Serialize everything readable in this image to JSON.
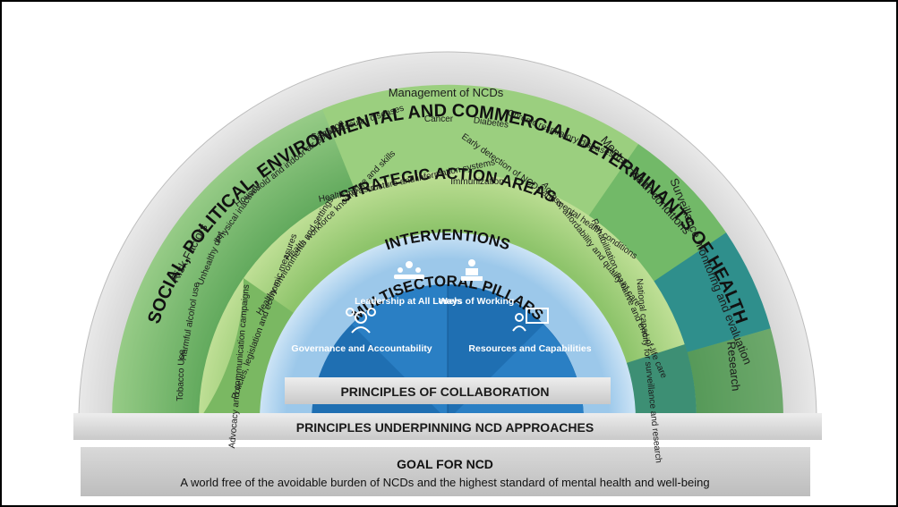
{
  "outer_ring_title": "SOCIAL, POLITICAL, ENVIRONMENTAL AND COMMERCIAL DETERMINANTS OF HEALTH",
  "strategic": {
    "title": "STRATEGIC ACTION AREAS",
    "management": "Management of NCDs",
    "diseases": [
      "Cardiovascular diseases",
      "Cancer",
      "Diabetes",
      "Chronic respiratory diseases"
    ],
    "risk_factors": "Risk Factors",
    "risk_items": [
      "Tobacco Use",
      "Harmful alcohol use",
      "Unhealthy diet",
      "Physical inactivity",
      "Household and indoor air pollution"
    ],
    "mental_health": "Mental Health conditions",
    "surveillance": "Surveillance monitoring and evaluation",
    "research": "Research"
  },
  "interventions": {
    "title": "INTERVENTIONS",
    "items": [
      "Advocacy and communication campaigns",
      "Policies, legislation and economic measures",
      "Healthy environments and settings",
      "Health workforce knowledge and skills",
      "Health infrastructure and information systems",
      "Immunization",
      "Early detection of NCDs and mental health conditions",
      "Access, affordability and quality of care",
      "Rehabilitation, palliative and end-of-life care",
      "National capacity for surveillance and research"
    ]
  },
  "pillars": {
    "title": "MULTISECTORAL PILLARS",
    "items": [
      "Governance and Accountability",
      "Leadership at All Levels",
      "Ways of Working",
      "Resources and Capabilities"
    ]
  },
  "icons": [
    "governance-icon",
    "leadership-icon",
    "ways-of-working-icon",
    "resources-icon"
  ],
  "principles_collab": "PRINCIPLES OF COLLABORATION",
  "principles_underpinning": "PRINCIPLES UNDERPINNING NCD APPROACHES",
  "goal": {
    "title": "GOAL FOR NCD",
    "text": "A world free of the avoidable burden of NCDs and the highest standard of mental health and well-being"
  },
  "colors": {
    "outer_ring": "#dcdcdc",
    "strategic_ring": "#7fbf72",
    "interventions_ring": "#a9d27e",
    "pillars_ring": "#cfe6f6",
    "pillars_core": "#1f6fb2",
    "teal": "#3d9a95",
    "dark_green": "#4c8a4a"
  }
}
